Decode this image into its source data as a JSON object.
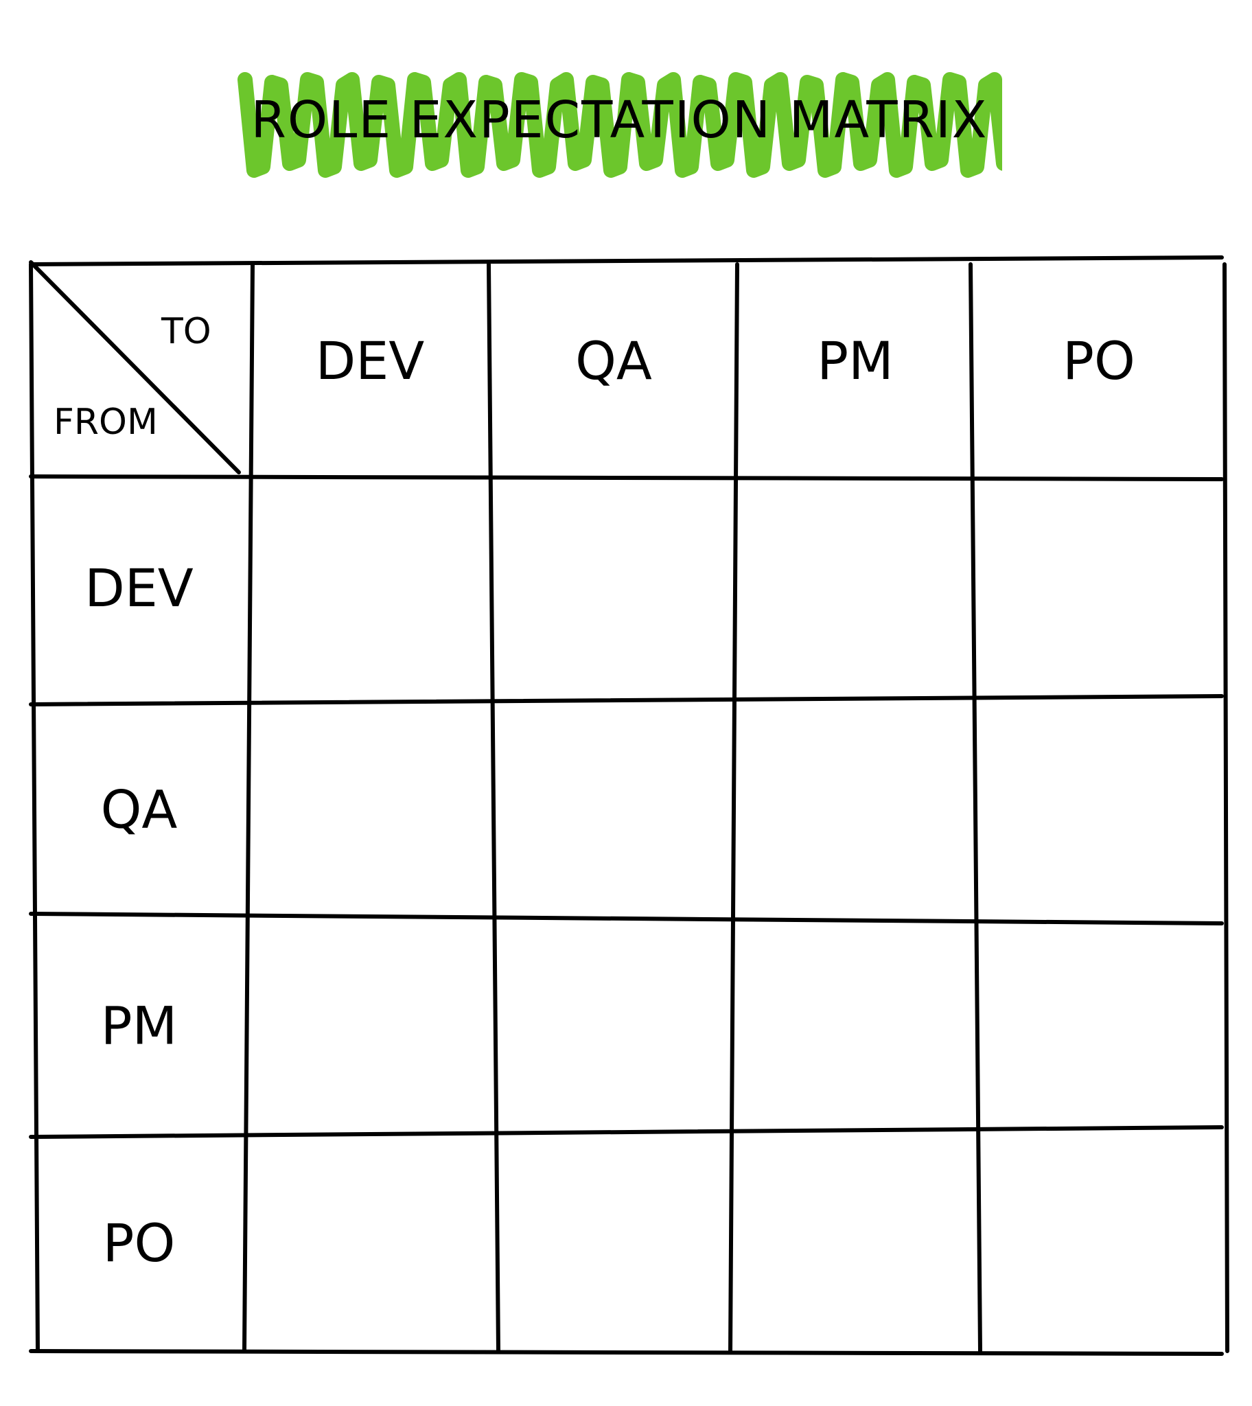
{
  "title": "ROLE EXPECTATION MATRIX",
  "colors": {
    "highlight": "#6cc62c",
    "ink": "#000000",
    "background": "#ffffff"
  },
  "matrix": {
    "corner": {
      "to_label": "TO",
      "from_label": "FROM"
    },
    "columns": [
      "DEV",
      "QA",
      "PM",
      "PO"
    ],
    "rows": [
      {
        "label": "DEV",
        "cells": [
          "",
          "",
          "",
          ""
        ]
      },
      {
        "label": "QA",
        "cells": [
          "",
          "",
          "",
          ""
        ]
      },
      {
        "label": "PM",
        "cells": [
          "",
          "",
          "",
          ""
        ]
      },
      {
        "label": "PO",
        "cells": [
          "",
          "",
          "",
          ""
        ]
      }
    ]
  }
}
